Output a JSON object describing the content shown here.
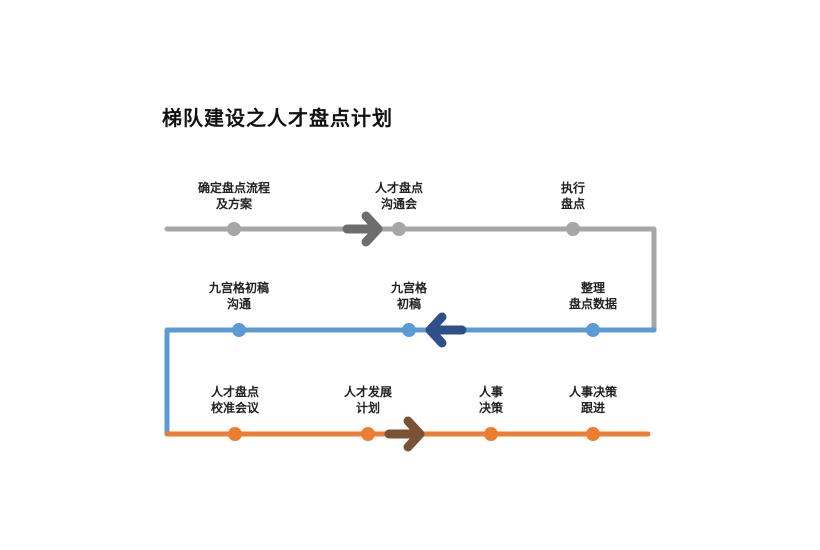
{
  "title": "梯队建设之人才盘点计划",
  "colors": {
    "row1": "#a6a6a6",
    "row2": "#5b9bd5",
    "row3": "#ed7d31",
    "arrow1": "#6d6d6d",
    "arrow2": "#2f4f8a",
    "arrow3": "#7a5234"
  },
  "rows": [
    {
      "steps": [
        {
          "line1": "确定盘点流程",
          "line2": "及方案"
        },
        {
          "line1": "人才盘点",
          "line2": "沟通会"
        },
        {
          "line1": "执行",
          "line2": "盘点"
        }
      ]
    },
    {
      "steps": [
        {
          "line1": "整理",
          "line2": "盘点数据"
        },
        {
          "line1": "九宫格",
          "line2": "初稿"
        },
        {
          "line1": "九宫格初稿",
          "line2": "沟通"
        }
      ]
    },
    {
      "steps": [
        {
          "line1": "人才盘点",
          "line2": "校准会议"
        },
        {
          "line1": "人才发展",
          "line2": "计划"
        },
        {
          "line1": "人事",
          "line2": "决策"
        },
        {
          "line1": "人事决策",
          "line2": "跟进"
        }
      ]
    }
  ]
}
